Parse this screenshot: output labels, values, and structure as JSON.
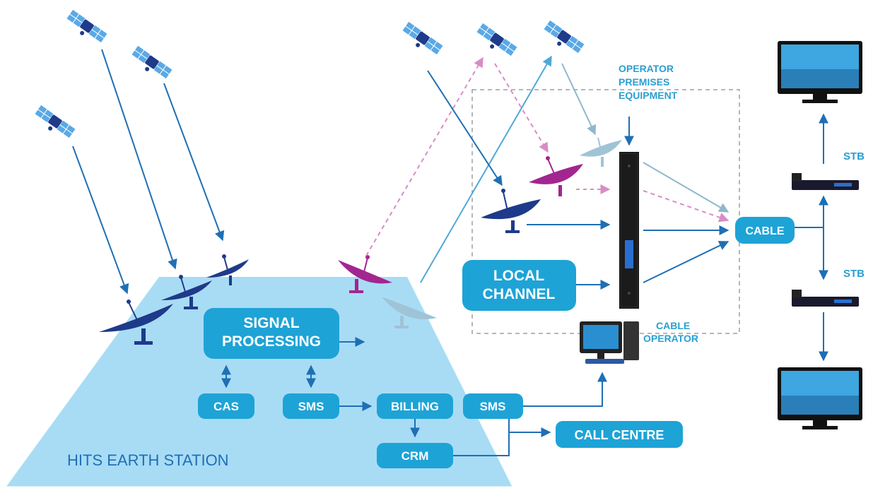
{
  "labels": {
    "signal_processing_line1": "SIGNAL",
    "signal_processing_line2": "PROCESSING",
    "cas": "CAS",
    "sms_left": "SMS",
    "billing": "BILLING",
    "sms_right": "SMS",
    "crm": "CRM",
    "call_centre": "CALL CENTRE",
    "local_channel_line1": "LOCAL",
    "local_channel_line2": "CHANNEL",
    "cable": "CABLE",
    "operator_premises_line1": "OPERATOR",
    "operator_premises_line2": "PREMISES",
    "operator_premises_line3": "EQUIPMENT",
    "cable_operator_line1": "CABLE",
    "cable_operator_line2": "OPERATOR",
    "stb_top": "STB",
    "stb_bottom": "STB",
    "hits_earth_station": "HITS EARTH STATION"
  },
  "colors": {
    "platform": "#a8dcf5",
    "box": "#1ea3d6",
    "arrow": "#1f6fb5",
    "dish_navy": "#1e3a8a",
    "dish_magenta": "#a2268f",
    "dish_light": "#9fc4d6",
    "text_blue": "#2a9fd0"
  }
}
